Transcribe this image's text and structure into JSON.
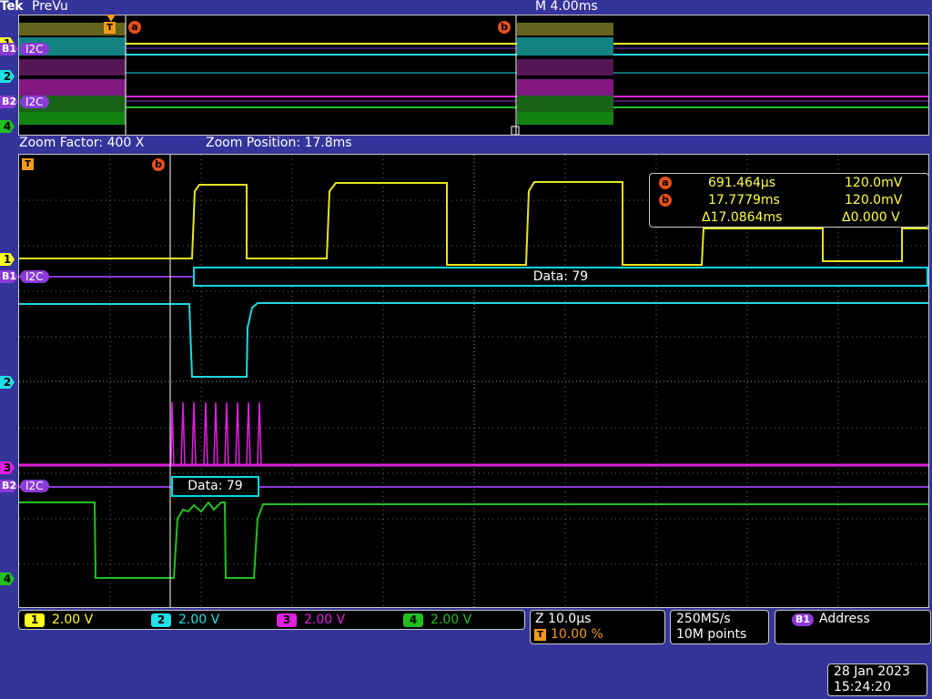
{
  "header": {
    "brand": "Tek",
    "mode": "PreVu",
    "timebase": "M 4.00ms"
  },
  "zoom": {
    "factor_label": "Zoom Factor: 400 X",
    "position_label": "Zoom Position: 17.8ms"
  },
  "markers": {
    "trigger": "T",
    "cursor_a": "a",
    "cursor_b": "b"
  },
  "channel_markers": {
    "ch1": "1",
    "ch2": "2",
    "ch3": "3",
    "ch4": "4",
    "b1": "B1",
    "b2": "B2",
    "bus_label": "I2C"
  },
  "cursor_readout": {
    "a_time": "691.464µs",
    "a_volt": "120.0mV",
    "b_time": "17.7779ms",
    "b_volt": "120.0mV",
    "delta_time": "Δ17.0864ms",
    "delta_volt": "Δ0.000 V"
  },
  "decode": {
    "b1_data": "Data: 79",
    "b2_data": "Data: 79"
  },
  "channels": [
    {
      "num": "1",
      "scale": "2.00 V",
      "color": "#ffff20"
    },
    {
      "num": "2",
      "scale": "2.00 V",
      "color": "#20e0e8"
    },
    {
      "num": "3",
      "scale": "2.00 V",
      "color": "#e020e0"
    },
    {
      "num": "4",
      "scale": "2.00 V",
      "color": "#20c020"
    }
  ],
  "horizontal": {
    "zoom_scale": "Z 10.0µs",
    "trigger_pos": "10.00 %"
  },
  "acquisition": {
    "rate": "250MS/s",
    "length": "10M points"
  },
  "trigger": {
    "source": "B1",
    "type": "Address"
  },
  "datetime": {
    "date": "28 Jan  2023",
    "time": "15:24:20"
  }
}
